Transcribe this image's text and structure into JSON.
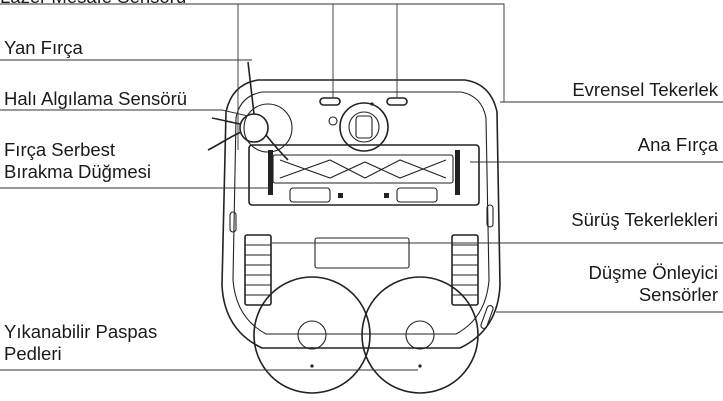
{
  "labels": {
    "top_cut": "Lazer Mesafe Sensörü",
    "side_brush": "Yan Fırça",
    "carpet_sensor": "Halı Algılama Sensörü",
    "brush_release_1": "Fırça Serbest",
    "brush_release_2": "Bırakma Düğmesi",
    "mop_pads_1": "Yıkanabilir Paspas",
    "mop_pads_2": "Pedleri",
    "universal_wheel": "Evrensel Tekerlek",
    "main_brush": "Ana Fırça",
    "drive_wheels": "Sürüş Tekerlekleri",
    "cliff_sensors_1": "Düşme Önleyici",
    "cliff_sensors_2": "Sensörler"
  },
  "colors": {
    "line": "#222222",
    "text": "#1a1a1a",
    "background": "#ffffff"
  }
}
